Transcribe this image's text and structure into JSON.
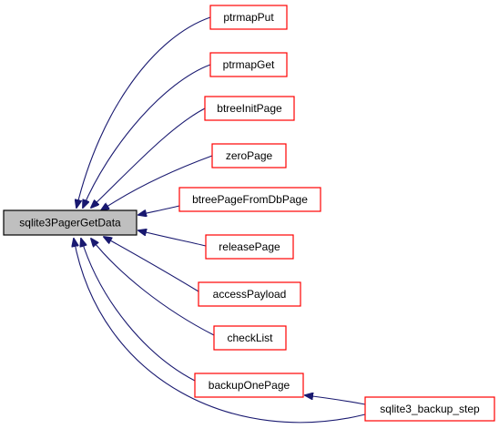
{
  "diagram": {
    "type": "call-graph",
    "colors": {
      "edge": "#191970",
      "root_fill": "#bfbfbf",
      "root_border": "#000000",
      "node_border": "#ff0000",
      "node_fill": "#ffffff"
    },
    "root": {
      "id": "root",
      "label": "sqlite3PagerGetData"
    },
    "callers": [
      {
        "id": "ptrmapput",
        "label": "ptrmapPut"
      },
      {
        "id": "ptrmapget",
        "label": "ptrmapGet"
      },
      {
        "id": "btreeinitpage",
        "label": "btreeInitPage"
      },
      {
        "id": "zeropage",
        "label": "zeroPage"
      },
      {
        "id": "btreepagefromdbpage",
        "label": "btreePageFromDbPage"
      },
      {
        "id": "releasepage",
        "label": "releasePage"
      },
      {
        "id": "accesspayload",
        "label": "accessPayload"
      },
      {
        "id": "checklist",
        "label": "checkList"
      },
      {
        "id": "backuponepage",
        "label": "backupOnePage"
      },
      {
        "id": "sqlite3backupstep",
        "label": "sqlite3_backup_step"
      }
    ],
    "edges": [
      {
        "from": "ptrmapput",
        "to": "root"
      },
      {
        "from": "ptrmapget",
        "to": "root"
      },
      {
        "from": "btreeinitpage",
        "to": "root"
      },
      {
        "from": "zeropage",
        "to": "root"
      },
      {
        "from": "btreepagefromdbpage",
        "to": "root"
      },
      {
        "from": "releasepage",
        "to": "root"
      },
      {
        "from": "accesspayload",
        "to": "root"
      },
      {
        "from": "checklist",
        "to": "root"
      },
      {
        "from": "backuponepage",
        "to": "root"
      },
      {
        "from": "sqlite3backupstep",
        "to": "root"
      },
      {
        "from": "sqlite3backupstep",
        "to": "backuponepage"
      }
    ]
  }
}
